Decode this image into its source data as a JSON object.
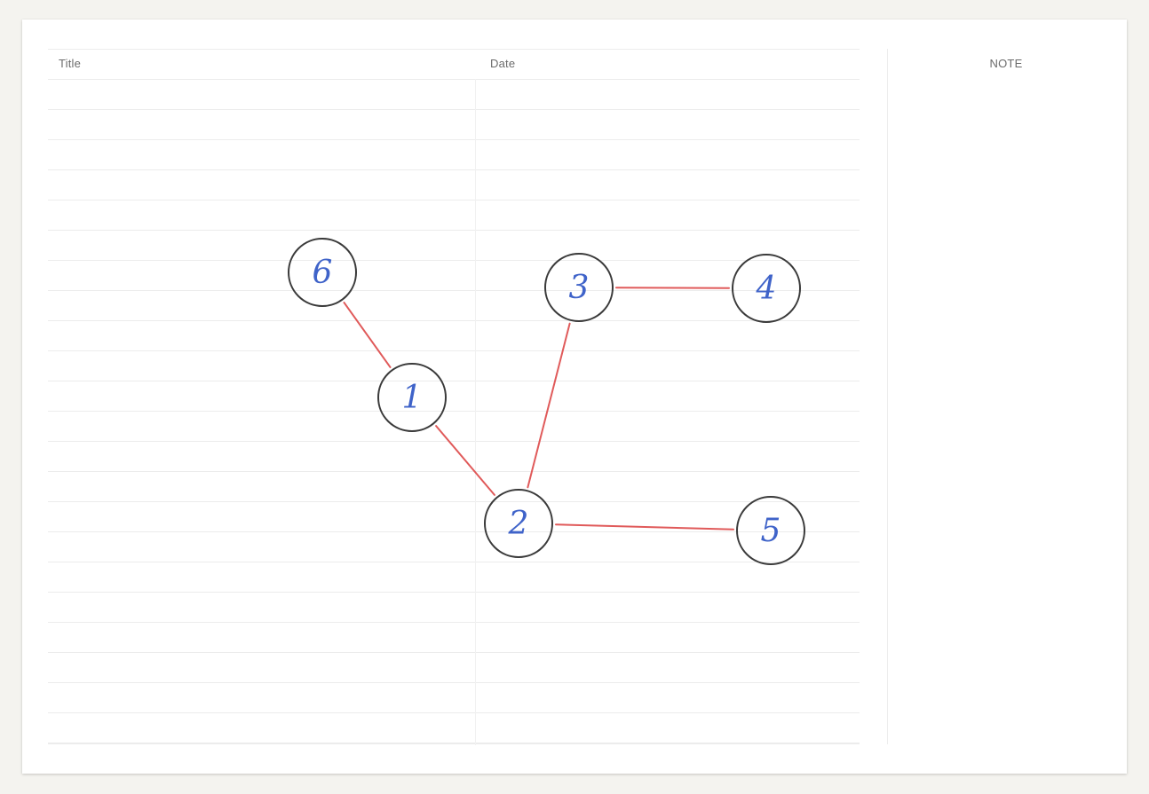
{
  "header": {
    "title_label": "Title",
    "date_label": "Date",
    "note_label": "NOTE"
  },
  "colors": {
    "background": "#f4f3ef",
    "paper": "#ffffff",
    "rule_line": "#ececec",
    "edge": "#e05a5a",
    "node_stroke": "#3a3a3a",
    "node_text": "#3f63c9"
  },
  "diagram": {
    "nodes": [
      {
        "id": "6",
        "label": "6"
      },
      {
        "id": "1",
        "label": "1"
      },
      {
        "id": "3",
        "label": "3"
      },
      {
        "id": "4",
        "label": "4"
      },
      {
        "id": "2",
        "label": "2"
      },
      {
        "id": "5",
        "label": "5"
      }
    ],
    "edges": [
      {
        "from": "6",
        "to": "1"
      },
      {
        "from": "1",
        "to": "2"
      },
      {
        "from": "2",
        "to": "3"
      },
      {
        "from": "3",
        "to": "4"
      },
      {
        "from": "2",
        "to": "5"
      }
    ]
  }
}
